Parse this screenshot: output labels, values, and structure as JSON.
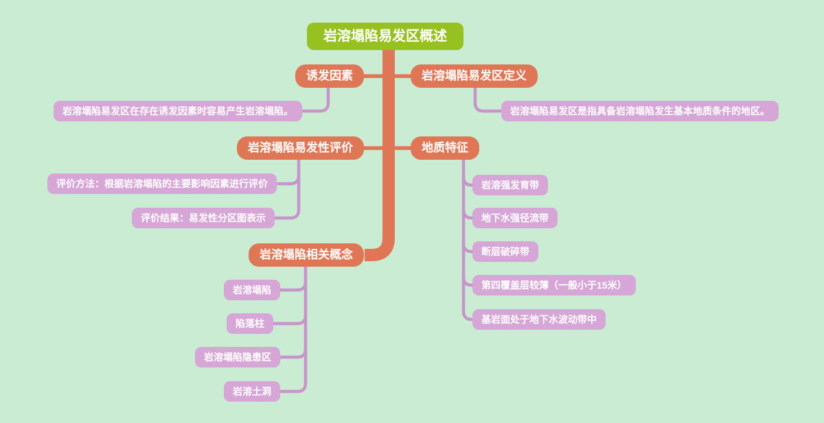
{
  "colors": {
    "background": "#c9ecd3",
    "root_fill": "#96c121",
    "branch_fill": "#df7757",
    "trunk_line": "#df7757",
    "leaf_fill": "#d6a6d6",
    "connector_line": "#c794cb",
    "text": "#ffffff"
  },
  "mindmap": {
    "root": {
      "label": "岩溶塌陷易发区概述"
    },
    "branches": [
      {
        "label": "诱发因素",
        "children": [
          "岩溶塌陷易发区在存在诱发因素时容易产生岩溶塌陷。"
        ]
      },
      {
        "label": "岩溶塌陷易发区定义",
        "children": [
          "岩溶塌陷易发区是指具备岩溶塌陷发生基本地质条件的地区。"
        ]
      },
      {
        "label": "岩溶塌陷易发性评价",
        "children": [
          "评价方法：根据岩溶塌陷的主要影响因素进行评价",
          "评价结果：易发性分区图表示"
        ]
      },
      {
        "label": "地质特征",
        "children": [
          "岩溶强发育带",
          "地下水强径流带",
          "断层破碎带",
          "第四覆盖层较薄（一般小于15米）",
          "基岩面处于地下水波动带中"
        ]
      },
      {
        "label": "岩溶塌陷相关概念",
        "children": [
          "岩溶塌陷",
          "陷落柱",
          "岩溶塌陷隐患区",
          "岩溶土洞"
        ]
      }
    ]
  }
}
